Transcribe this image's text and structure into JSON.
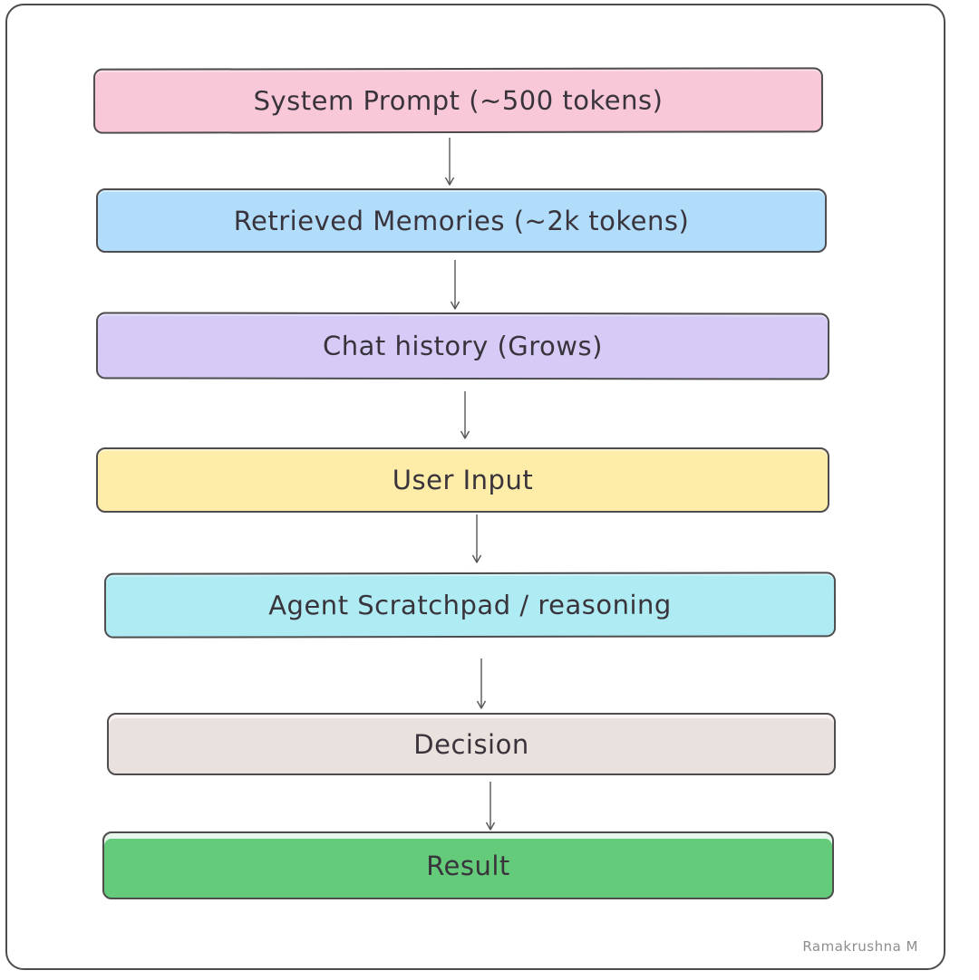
{
  "diagram": {
    "title_context": "context assembly flowchart",
    "nodes": [
      {
        "id": "system-prompt",
        "label": "System Prompt (~500 tokens)",
        "fill": "#f9c8d8"
      },
      {
        "id": "retrieved-memories",
        "label": "Retrieved Memories (~2k tokens)",
        "fill": "#b1dcfa"
      },
      {
        "id": "chat-history",
        "label": "Chat history (Grows)",
        "fill": "#d5cbf6"
      },
      {
        "id": "user-input",
        "label": "User Input",
        "fill": "#feeca9"
      },
      {
        "id": "agent-scratchpad",
        "label": "Agent Scratchpad / reasoning",
        "fill": "#aeebf2"
      },
      {
        "id": "decision",
        "label": "Decision",
        "fill": "#e9e1dd"
      },
      {
        "id": "result",
        "label": "Result",
        "fill": "#63cb79"
      }
    ],
    "colors": {
      "node_stroke": "#4f4c4e",
      "text": "#39343c",
      "arrow": "#565656",
      "frame_stroke": "#4c4c4c",
      "background": "#ffffff",
      "signature": "#8e8e8e"
    },
    "signature": "Ramakrushna M"
  }
}
